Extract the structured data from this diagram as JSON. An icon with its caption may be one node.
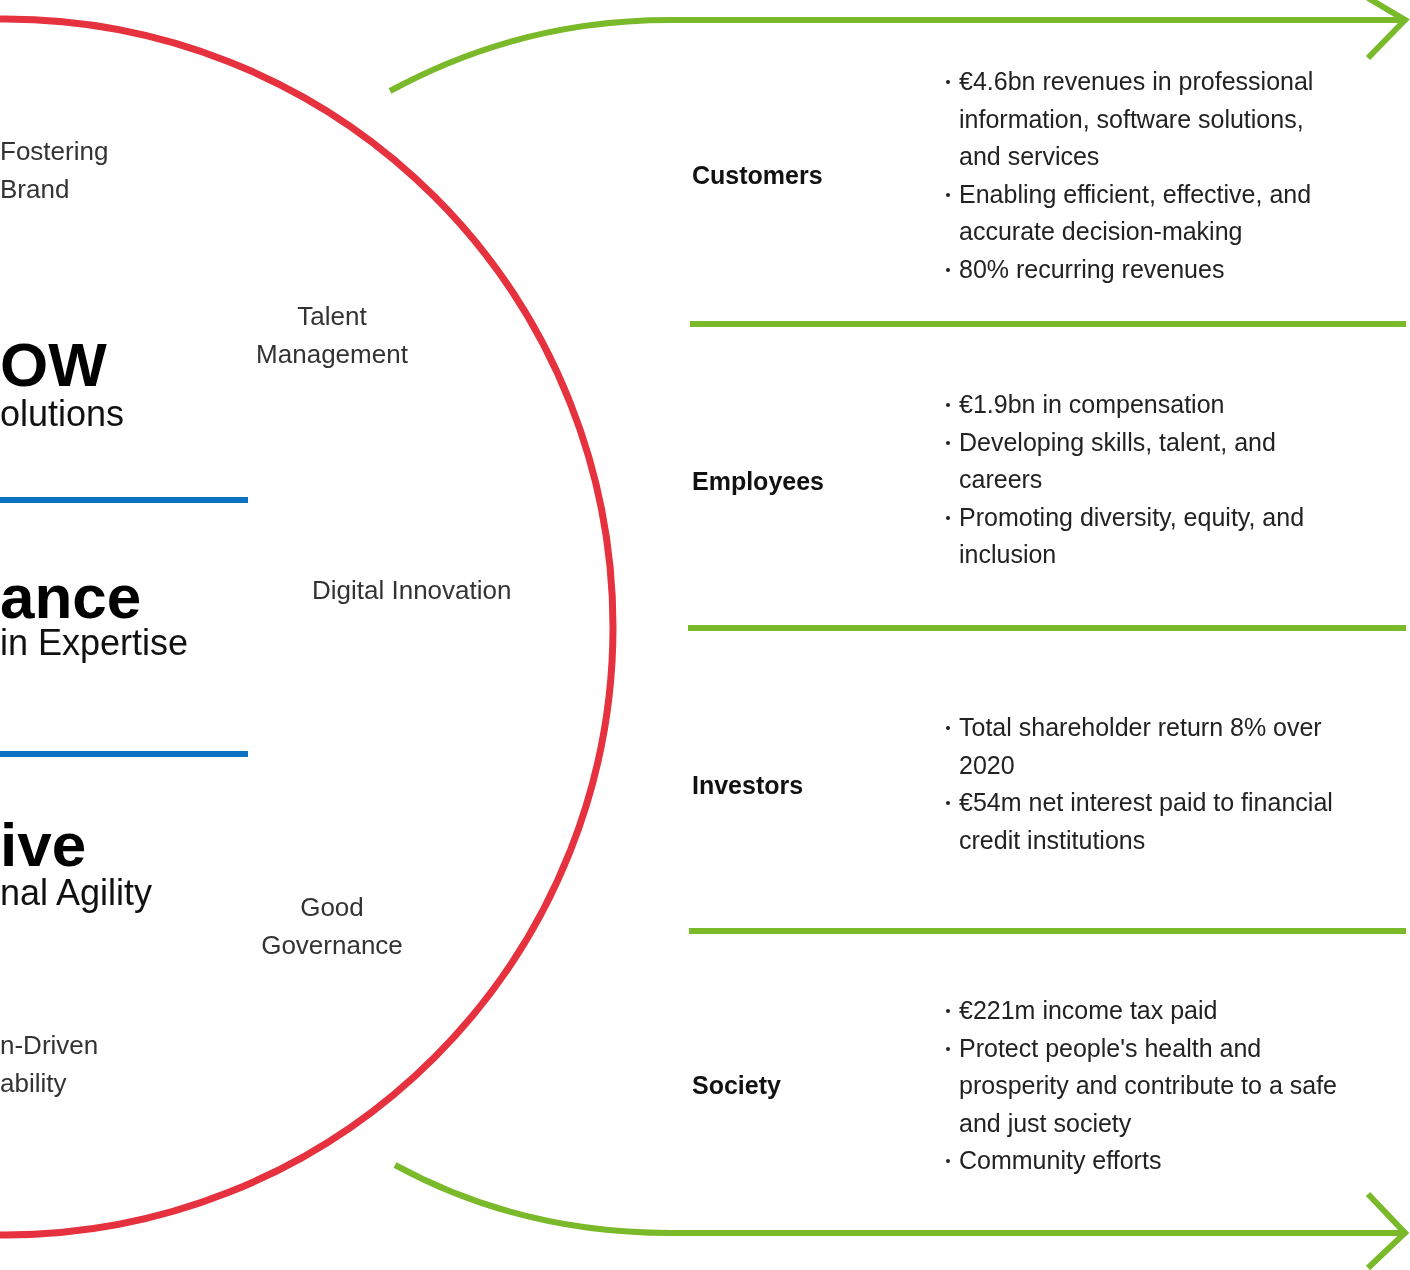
{
  "diagram": {
    "nodes": [
      {
        "text": [
          "Fostering Brand",
          "OW",
          "olutions",
          "Talent Management",
          "ance",
          "in Expertise",
          "Digital Innovation",
          "ive",
          "nal Agility",
          "Good Governance",
          "n-Driven ability"
        ]
      }
    ],
    "edges": [],
    "labels": [
      "Customers",
      "€4.6bn revenues in professional information, software solutions, and services",
      "Enabling efficient, effective, and accurate decision-making",
      "80% recurring revenues",
      "Employees",
      "€1.9bn in compensation",
      "Developing skills, talent, and careers",
      "Promoting diversity, equity, and inclusion",
      "Investors",
      "Total shareholder return 8% over 2020",
      "€54m net interest paid to financial credit institutions",
      "Society",
      "€221m income tax paid",
      "Protect people's health and prosperity and contribute to a safe and just society",
      "Community efforts"
    ]
  }
}
